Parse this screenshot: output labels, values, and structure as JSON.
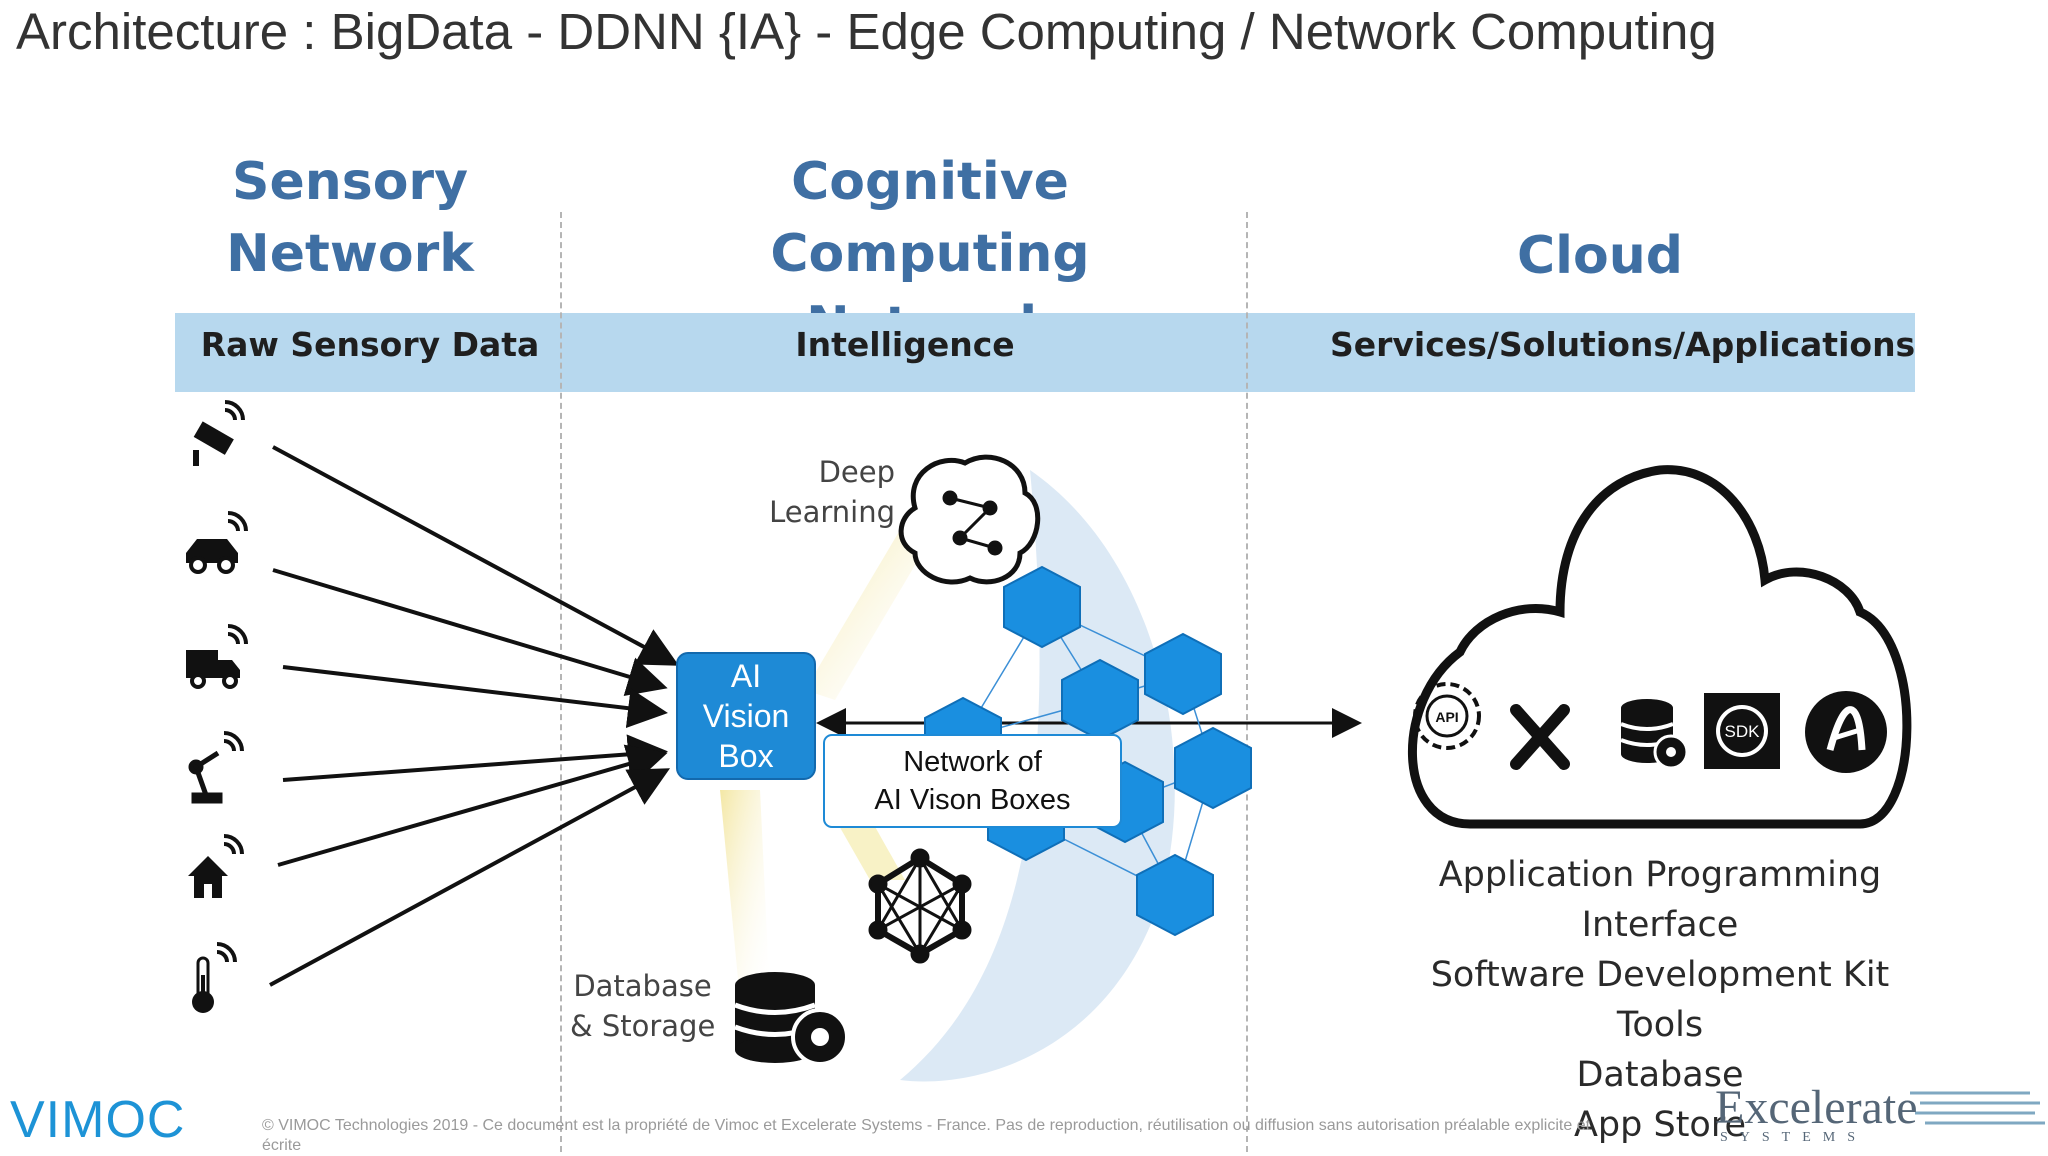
{
  "title": "Architecture : BigData - DDNN {IA} - Edge Computing / Network Computing",
  "columns": [
    {
      "heading_line1": "Sensory",
      "heading_line2": "Network",
      "band_label": "Raw Sensory Data"
    },
    {
      "heading_line1": "Cognitive",
      "heading_line2": "Computing Network",
      "band_label": "Intelligence"
    },
    {
      "heading": "Cloud",
      "band_label": "Services/Solutions/Applications"
    }
  ],
  "sensors": [
    {
      "icon": "security-camera-icon"
    },
    {
      "icon": "car-icon"
    },
    {
      "icon": "truck-icon"
    },
    {
      "icon": "robot-arm-icon"
    },
    {
      "icon": "house-icon"
    },
    {
      "icon": "thermometer-icon"
    }
  ],
  "ai_box": {
    "line1": "AI",
    "line2": "Vision",
    "line3": "Box"
  },
  "network_box": {
    "line1": "Network of",
    "line2": "AI Vison Boxes"
  },
  "deep_learning": {
    "line1": "Deep",
    "line2": "Learning",
    "icon": "brain-icon"
  },
  "database": {
    "line1": "Database",
    "line2": "& Storage",
    "icon": "database-icon"
  },
  "cloud_icons": [
    "api-gear-icon",
    "tools-icon",
    "database-gear-icon",
    "sdk-icon",
    "app-logo-icon"
  ],
  "cloud_icon_labels": {
    "api": "API",
    "sdk": "SDK"
  },
  "cloud_services": [
    "Application Programming",
    "Interface",
    "Software Development Kit",
    "Tools",
    "Database",
    "App Store"
  ],
  "footer": "© VIMOC Technologies 2019 - Ce document est la propriété de Vimoc et Excelerate Systems - France. Pas de reproduction, réutilisation ou diffusion sans autorisation préalable explicite et écrite",
  "logos": {
    "left": "VIMOC",
    "right": "Excelerate",
    "right_sub": "SYSTEMS"
  },
  "colors": {
    "heading": "#3f6fa3",
    "band": "#b7d8ee",
    "ai_box": "#1e8ad6",
    "hexagon": "#1a8fe0"
  }
}
